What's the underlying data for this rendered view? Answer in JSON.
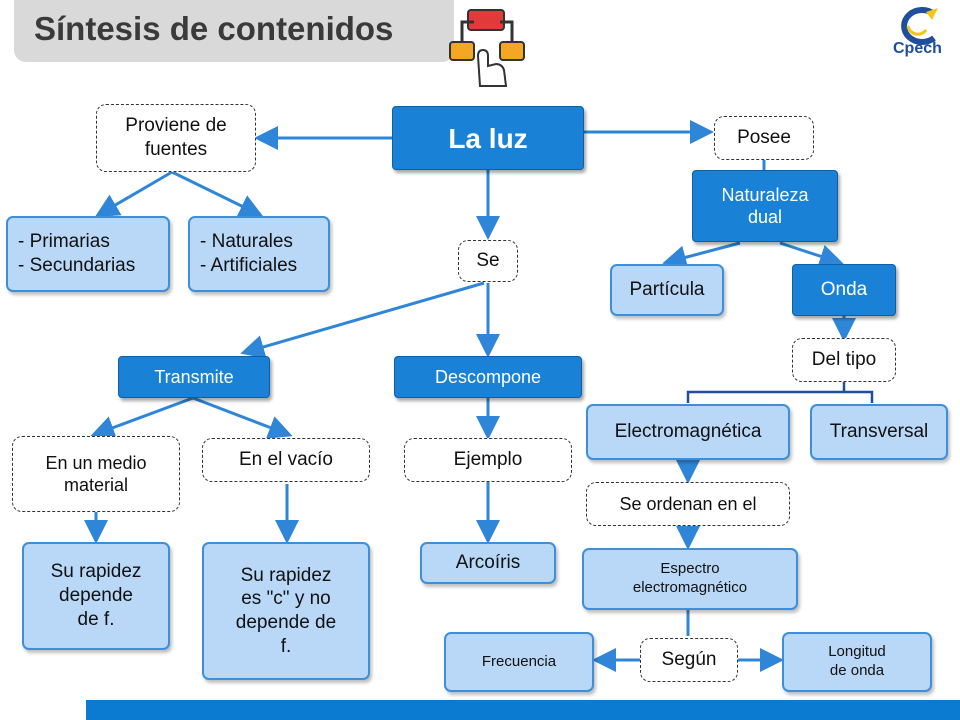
{
  "header": {
    "title": "Síntesis de contenidos",
    "brand": "Cpech"
  },
  "nodes": {
    "la_luz": "La luz",
    "proviene": "Proviene de fuentes",
    "posee": "Posee",
    "primarias": "- Primarias\n- Secundarias",
    "naturales": "- Naturales\n- Artificiales",
    "se": "Se",
    "naturaleza_dual": "Naturaleza\ndual",
    "particula": "Partícula",
    "onda": "Onda",
    "del_tipo": "Del tipo",
    "transmite": "Transmite",
    "descompone": "Descompone",
    "electromagnetica": "Electromagnética",
    "transversal": "Transversal",
    "medio_material": "En un medio\nmaterial",
    "en_el_vacio": "En el vacío",
    "ejemplo": "Ejemplo",
    "se_ordenan": "Se ordenan en el",
    "rapidez_depende": "Su rapidez\ndepende\nde f.",
    "rapidez_c": "Su rapidez\nes \"c\" y no\ndepende de\nf.",
    "arcoiris": "Arcoíris",
    "espectro": "Espectro\nelectromagnético",
    "frecuencia": "Frecuencia",
    "segun": "Según",
    "longitud_onda": "Longitud\nde onda"
  },
  "colors": {
    "primary_blue": "#1a82d6",
    "light_blue": "#b9d8f7",
    "arrow": "#2f86d8",
    "bottom_bar": "#0a7bd1"
  }
}
